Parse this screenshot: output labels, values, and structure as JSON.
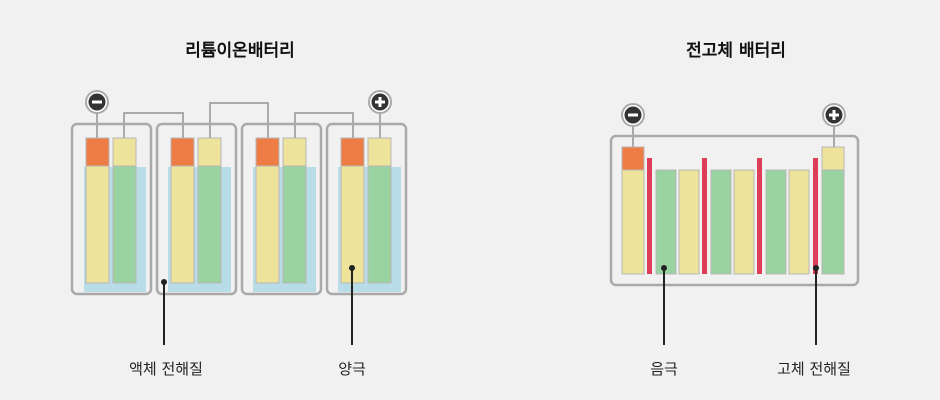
{
  "left_panel": {
    "title": "리튬이온배터리",
    "labels": {
      "electrolyte": "액체 전해질",
      "cathode": "양극"
    }
  },
  "right_panel": {
    "title": "전고체 배터리",
    "labels": {
      "anode": "음극",
      "electrolyte": "고체 전해질"
    }
  },
  "colors": {
    "case_stroke": "#a9a9a9",
    "liquid": "#b8dde8",
    "cathode": "#eee39a",
    "anode": "#99d3a2",
    "tab": "#ed7d45",
    "solid_electrolyte": "#dd3d57",
    "terminal": "#333333"
  },
  "icons": {
    "negative_terminal": "minus-circle-icon",
    "positive_terminal": "plus-circle-icon"
  }
}
